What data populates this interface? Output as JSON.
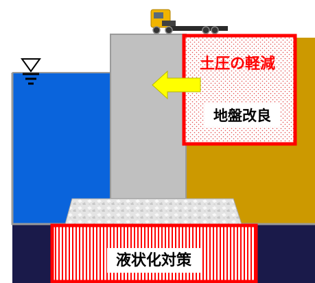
{
  "labels": {
    "earth_pressure_reduction": "土圧の軽減",
    "ground_improvement": "地盤改良",
    "liquefaction_countermeasure": "液状化対策"
  },
  "colors": {
    "water": "#0a64dc",
    "backfill": "#cc9900",
    "seabed": "#1a1a4a",
    "caisson": "#c0c0c0",
    "mound": "#dcdcdc",
    "accent_red": "#ff0000",
    "arrow": "#ffff00",
    "truck_cab": "#f0b400"
  },
  "icons": [
    "water-level-symbol",
    "truck-icon",
    "arrow-left-icon"
  ]
}
